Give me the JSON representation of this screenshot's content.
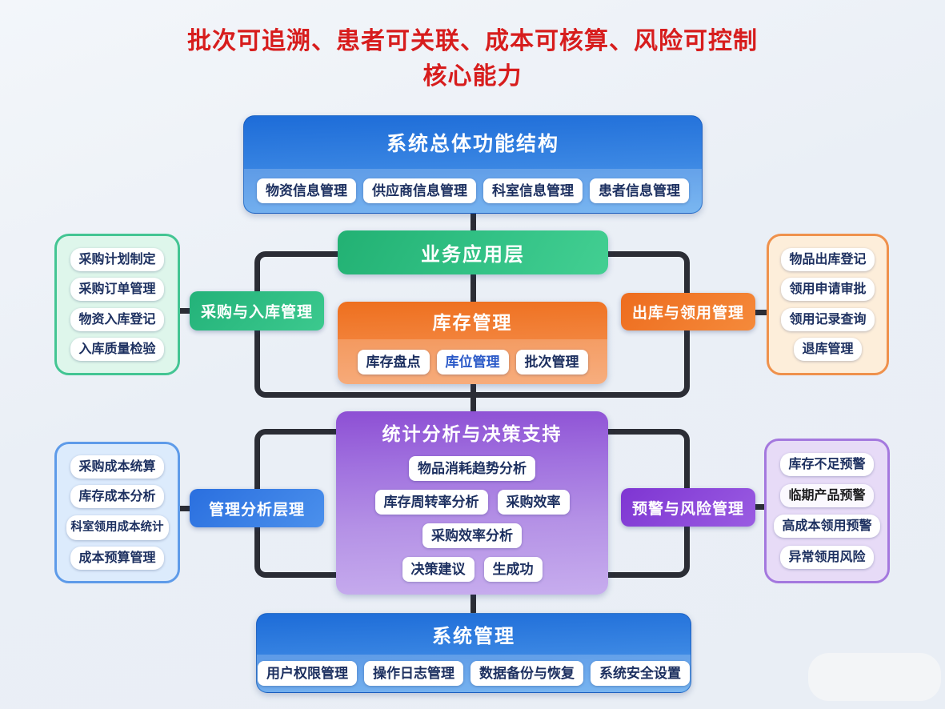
{
  "title": {
    "line1": "批次可追溯、患者可关联、成本可核算、风险可控制",
    "line2": "核心能力"
  },
  "colors": {
    "title_red": "#d71d1d",
    "connector_dark": "#2b2d35",
    "blue": "#2f7de8",
    "green": "#2ebd87",
    "orange": "#f07828",
    "purple": "#8d4fd4",
    "pill_text": "#1d3060"
  },
  "overview": {
    "title": "系统总体功能结构",
    "items": [
      "物资信息管理",
      "供应商信息管理",
      "科室信息管理",
      "患者信息管理"
    ]
  },
  "business_layer": {
    "title": "业务应用层"
  },
  "inventory": {
    "title": "库存管理",
    "items": [
      "库存盘点",
      "库位管理",
      "批次管理"
    ]
  },
  "procurement": {
    "label": "采购与入库管理",
    "items": [
      "采购计划制定",
      "采购订单管理",
      "物资入库登记",
      "入库质量检验"
    ]
  },
  "outbound": {
    "label": "出库与领用管理",
    "items": [
      "物品出库登记",
      "领用申请审批",
      "领用记录查询",
      "退库管理"
    ]
  },
  "analytics": {
    "title": "统计分析与决策支持",
    "items": [
      "物品消耗趋势分析",
      "库存周转率分析",
      "采购效率",
      "采购效率分析",
      "决策建议",
      "生成功"
    ]
  },
  "management_analysis": {
    "label": "管理分析层理",
    "items": [
      "采购成本统算",
      "库存成本分析",
      "科室领用成本统计",
      "成本预算管理"
    ]
  },
  "risk": {
    "label": "预警与风险管理",
    "items": [
      "库存不足预警",
      "临期产品预警",
      "高成本领用预警",
      "异常领用风险"
    ]
  },
  "system": {
    "title": "系统管理",
    "items": [
      "用户权限管理",
      "操作日志管理",
      "数据备份与恢复",
      "系统安全设置"
    ]
  }
}
